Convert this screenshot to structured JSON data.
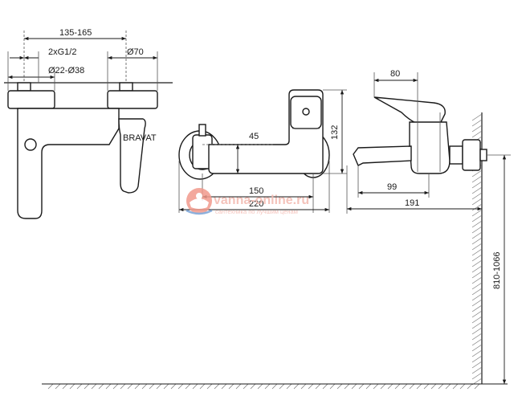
{
  "dimensions": {
    "centers": "135-165",
    "connection": "2xG1/2",
    "pipe_diameter": "Ø22-Ø38",
    "rosette_diameter": "Ø70",
    "lever_length": "80",
    "height": "132",
    "offset": "45",
    "body_length": "150",
    "total_length": "220",
    "spout_reach": "99",
    "projection": "191",
    "mount_height": "810-1066"
  },
  "watermark": {
    "site": "vanna-online.ru",
    "tagline": "сантехника по лучшим ценам"
  },
  "brand_label": "BRAVAT",
  "colors": {
    "line": "#1a1a1a",
    "watermark_text": "#f3b9b0",
    "watermark_logo": "#f19a8c",
    "watermark_logo_blue": "#7aa3d6"
  }
}
